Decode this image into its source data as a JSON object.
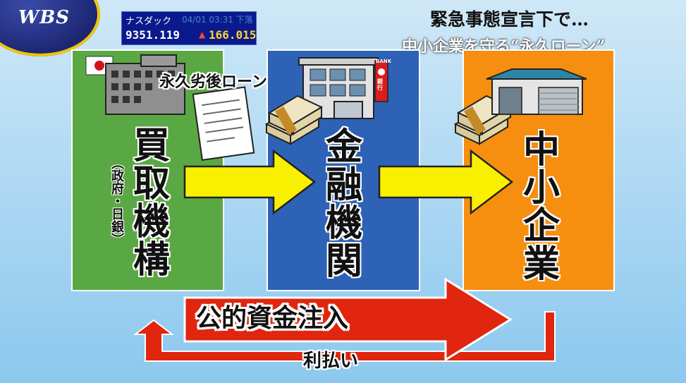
{
  "logo": {
    "text": "WBS"
  },
  "ticker": {
    "name": "ナスダック",
    "time": "04/01 03:31 下落",
    "value": "9351.119",
    "change": "166.015",
    "arrow": "▲"
  },
  "headline": {
    "line1": "緊急事態宣言下で…",
    "line2": "中小企業を守る“永久ローン”"
  },
  "nodes": {
    "buyer": {
      "title": [
        "買",
        "取",
        "機",
        "構"
      ],
      "subtitle": "（政府・日銀）"
    },
    "bank": {
      "title": [
        "金",
        "融",
        "機",
        "関"
      ],
      "sign": "BANK",
      "sign_sub": "銀行"
    },
    "sme": {
      "title": [
        "中",
        "小",
        "企",
        "業"
      ]
    }
  },
  "labels": {
    "loan": "永久劣後ローン",
    "injection": "公的資金注入",
    "interest": "利払い"
  },
  "colors": {
    "buyer": "#5aa843",
    "bank": "#2d62b6",
    "sme": "#f68e10",
    "arrow_yellow": "#f8f000",
    "arrow_red": "#e0260e"
  }
}
